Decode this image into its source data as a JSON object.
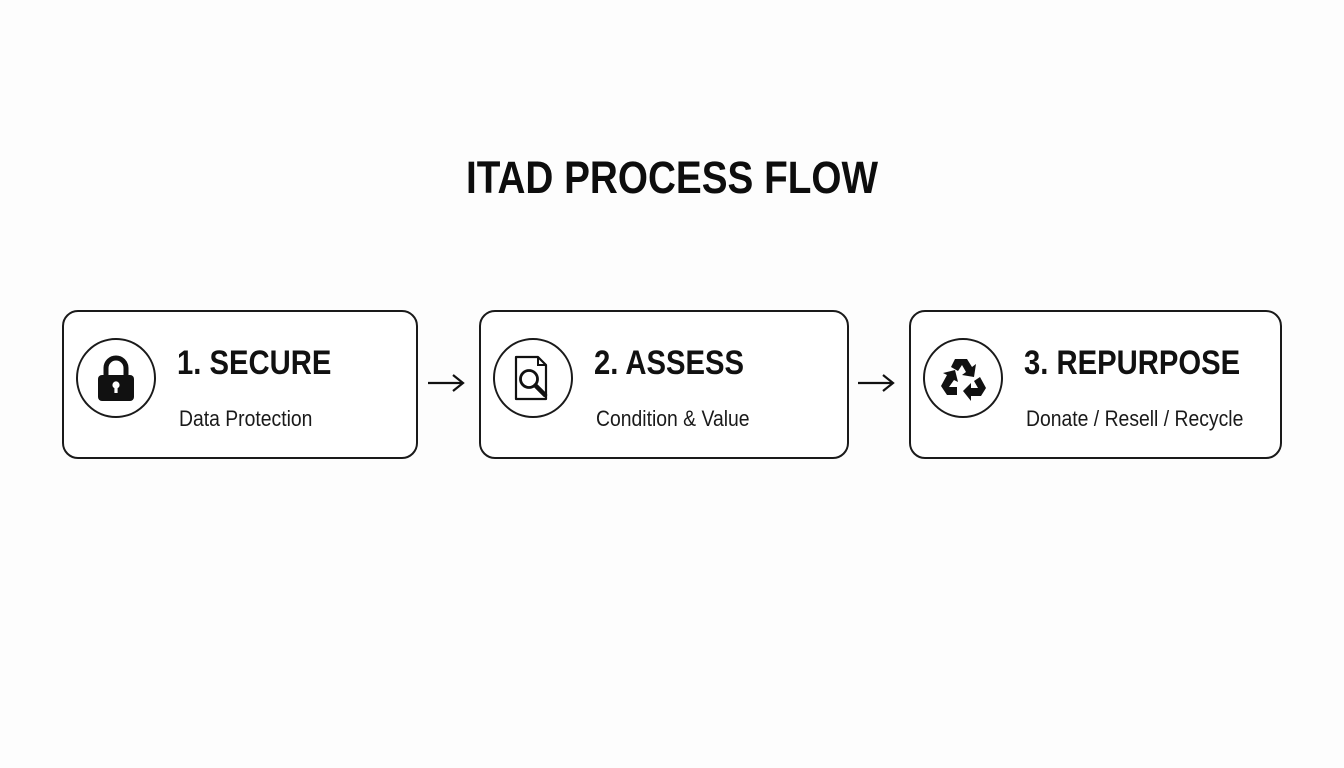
{
  "title": "ITAD PROCESS FLOW",
  "steps": [
    {
      "title": "1. SECURE",
      "subtitle": "Data Protection",
      "icon": "lock-icon"
    },
    {
      "title": "2. ASSESS",
      "subtitle": "Condition & Value",
      "icon": "document-magnifier-icon"
    },
    {
      "title": "3. REPURPOSE",
      "subtitle": "Donate / Resell / Recycle",
      "icon": "recycle-icon"
    }
  ],
  "connectors": [
    {
      "from": 1,
      "to": 2,
      "icon": "arrow-right-icon"
    },
    {
      "from": 2,
      "to": 3,
      "icon": "arrow-right-icon"
    }
  ],
  "colors": {
    "background": "#fdfdfd",
    "stroke": "#1a1a1a",
    "text": "#111111"
  }
}
